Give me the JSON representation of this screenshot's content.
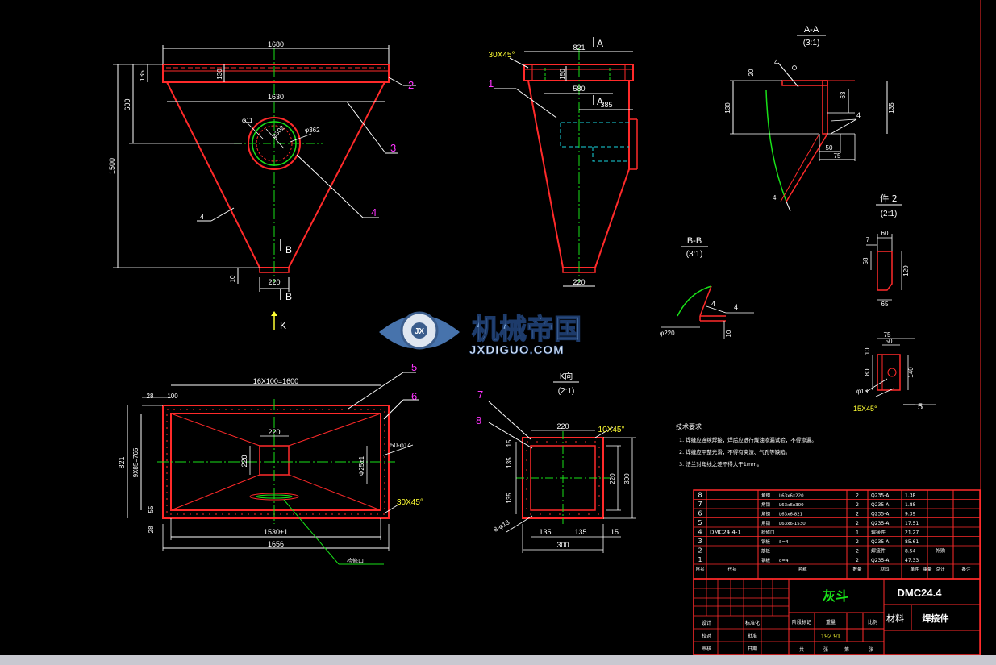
{
  "colors": {
    "background": "#000000",
    "outline": "#ff2a2a",
    "dimension": "#ffffff",
    "centerline": "#19e019",
    "hidden": "#19d6e0",
    "callout": "#ff33ff",
    "chamfer_label": "#ffff33",
    "title_text": "#19e019"
  },
  "views": {
    "front": {
      "dim_top_width": "1680",
      "dim_flange_height": "135",
      "dim_flange_inner": "130",
      "dim_mid_width": "1630",
      "dim_hole_depth": "600",
      "dim_total_height": "1500",
      "dim_bottom_thk": "10",
      "dim_bottom_width": "220",
      "hole_d1": "φ11",
      "hole_d2": "φ302",
      "hole_d3": "φ362",
      "weld_label": "4",
      "section_mark": "B",
      "view_mark": "K",
      "callouts": [
        "2",
        "3",
        "4"
      ]
    },
    "side": {
      "chamfer": "30X45°",
      "dim_top_width": "821",
      "dim_flange": "150",
      "dim_inner_width": "580",
      "dim_offset": "385",
      "dim_bottom_width": "220",
      "section_mark": "A",
      "callouts": [
        "1"
      ]
    },
    "section_aa": {
      "title": "A-A",
      "scale": "(3:1)",
      "dims": [
        "20",
        "130",
        "63",
        "135",
        "50",
        "75"
      ],
      "weld_labels": [
        "4",
        "4",
        "4"
      ]
    },
    "part2": {
      "title": "件 2",
      "scale": "(2:1)",
      "dims": [
        "60",
        "7",
        "58",
        "129",
        "65"
      ]
    },
    "section_bb": {
      "title": "B-B",
      "scale": "(3:1)",
      "dims": [
        "φ220",
        "10"
      ],
      "weld_labels": [
        "4",
        "4"
      ]
    },
    "part5": {
      "dims": [
        "75",
        "50",
        "10",
        "80",
        "140",
        "φ18"
      ],
      "chamfer": "15X45°",
      "callout": "5"
    },
    "plan": {
      "dim_pitch": "16X100=1600",
      "dim_28_top": "28",
      "dim_100": "100",
      "dim_821": "821",
      "dim_pitch_v": "9X85=765",
      "dim_28_bottom": "28",
      "dim_55": "55",
      "dim_center_w": "220",
      "dim_center_h": "220",
      "dim_hole_dia": "Φ25±1",
      "dim_holes": "50-φ14",
      "dim_inner": "1530±1",
      "dim_outer": "1656",
      "chamfer": "30X45°",
      "leader_note": "检修口",
      "callouts": [
        "5",
        "6"
      ]
    },
    "view_k": {
      "title": "K向",
      "scale": "(2:1)",
      "dim_top": "220",
      "chamfer": "10X45°",
      "dim_15_left": "15",
      "dim_135_v1": "135",
      "dim_135_v2": "135",
      "dim_220_v": "220",
      "dim_300_v": "300",
      "hole": "8-φ13",
      "dim_135_h1": "135",
      "dim_135_h2": "135",
      "dim_15_right": "15",
      "dim_300_h": "300",
      "callouts": [
        "7",
        "8"
      ]
    }
  },
  "logo": {
    "cn": "机械帝国",
    "en": "JXDIGUO.COM"
  },
  "notes": {
    "title": "技术要求",
    "lines": [
      "1. 焊缝应连续焊接，焊后应进行煤油渗漏试验，不得渗漏。",
      "2. 焊缝应平整光滑，不得有夹渣、气孔等缺陷。",
      "3. 法兰对角线之差不得大于1mm。"
    ]
  },
  "bom": {
    "rows": [
      {
        "no": "8",
        "code": "",
        "name": "角钢",
        "spec": "L63x6x220",
        "qty": "2",
        "material": "Q235-A",
        "weight": "1.38",
        "note": ""
      },
      {
        "no": "7",
        "code": "",
        "name": "角钢",
        "spec": "L63x6x300",
        "qty": "2",
        "material": "Q235-A",
        "weight": "1.88",
        "note": ""
      },
      {
        "no": "6",
        "code": "",
        "name": "角钢",
        "spec": "L63x6-821",
        "qty": "2",
        "material": "Q235-A",
        "weight": "9.39",
        "note": ""
      },
      {
        "no": "5",
        "code": "",
        "name": "角钢",
        "spec": "L63x6-1530",
        "qty": "2",
        "material": "Q235-A",
        "weight": "17.51",
        "note": ""
      },
      {
        "no": "4",
        "code": "DMC24.4-1",
        "name": "检修口",
        "spec": "",
        "qty": "1",
        "material": "焊接件",
        "weight": "21.27",
        "note": ""
      },
      {
        "no": "3",
        "code": "",
        "name": "钢板",
        "spec": "δ=4",
        "qty": "2",
        "material": "Q235-A",
        "weight": "85.61",
        "note": ""
      },
      {
        "no": "2",
        "code": "",
        "name": "筋板",
        "spec": "",
        "qty": "2",
        "material": "焊接件",
        "weight": "8.54",
        "note": "外购"
      },
      {
        "no": "1",
        "code": "",
        "name": "钢板",
        "spec": "δ=4",
        "qty": "2",
        "material": "Q235-A",
        "weight": "47.33",
        "note": ""
      }
    ],
    "header": [
      "序号",
      "代号",
      "名称",
      "数量",
      "材料",
      "单件",
      "总计",
      "重量",
      "备注"
    ]
  },
  "title_block": {
    "part_name": "灰斗",
    "drawing_no": "DMC24.4",
    "material_label": "材料",
    "material_value": "焊接件",
    "labels": [
      "设计",
      "校对",
      "审核",
      "标准化",
      "批准",
      "日期",
      "阶段标记",
      "重量",
      "比例"
    ],
    "weight": "192.91",
    "scale_label": "比例",
    "sheet_labels": [
      "共",
      "张",
      "第",
      "张"
    ]
  }
}
